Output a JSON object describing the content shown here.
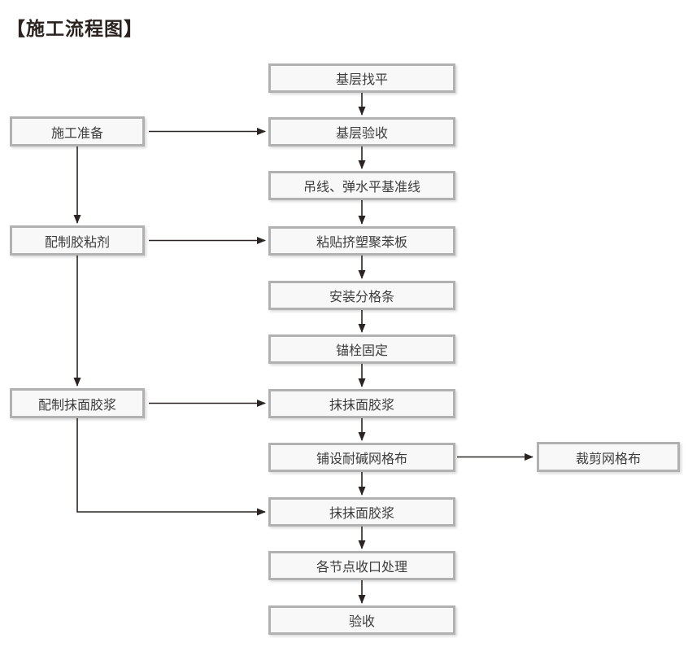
{
  "page": {
    "title_label": "【施工流程图】"
  },
  "colors": {
    "box_border": "#b1b1b1",
    "box_fill": "#f8f8f8",
    "text": "#3d3d3d",
    "arrow": "#2a2522",
    "title": "#2b2320",
    "page_bg": "#ffffff"
  },
  "flowchart": {
    "main_steps": [
      {
        "label": "基层找平"
      },
      {
        "label": "基层验收"
      },
      {
        "label": "吊线、弹水平基准线"
      },
      {
        "label": "粘贴挤塑聚苯板"
      },
      {
        "label": "安装分格条"
      },
      {
        "label": "锚栓固定"
      },
      {
        "label": "抹抹面胶浆"
      },
      {
        "label": "铺设耐碱网格布"
      },
      {
        "label": "抹抹面胶浆"
      },
      {
        "label": "各节点收口处理"
      },
      {
        "label": "验收"
      }
    ],
    "side_steps": [
      {
        "label": "施工准备"
      },
      {
        "label": "配制胶粘剂"
      },
      {
        "label": "配制抹面胶浆"
      }
    ],
    "branch_steps": [
      {
        "label": "裁剪网格布"
      }
    ]
  }
}
